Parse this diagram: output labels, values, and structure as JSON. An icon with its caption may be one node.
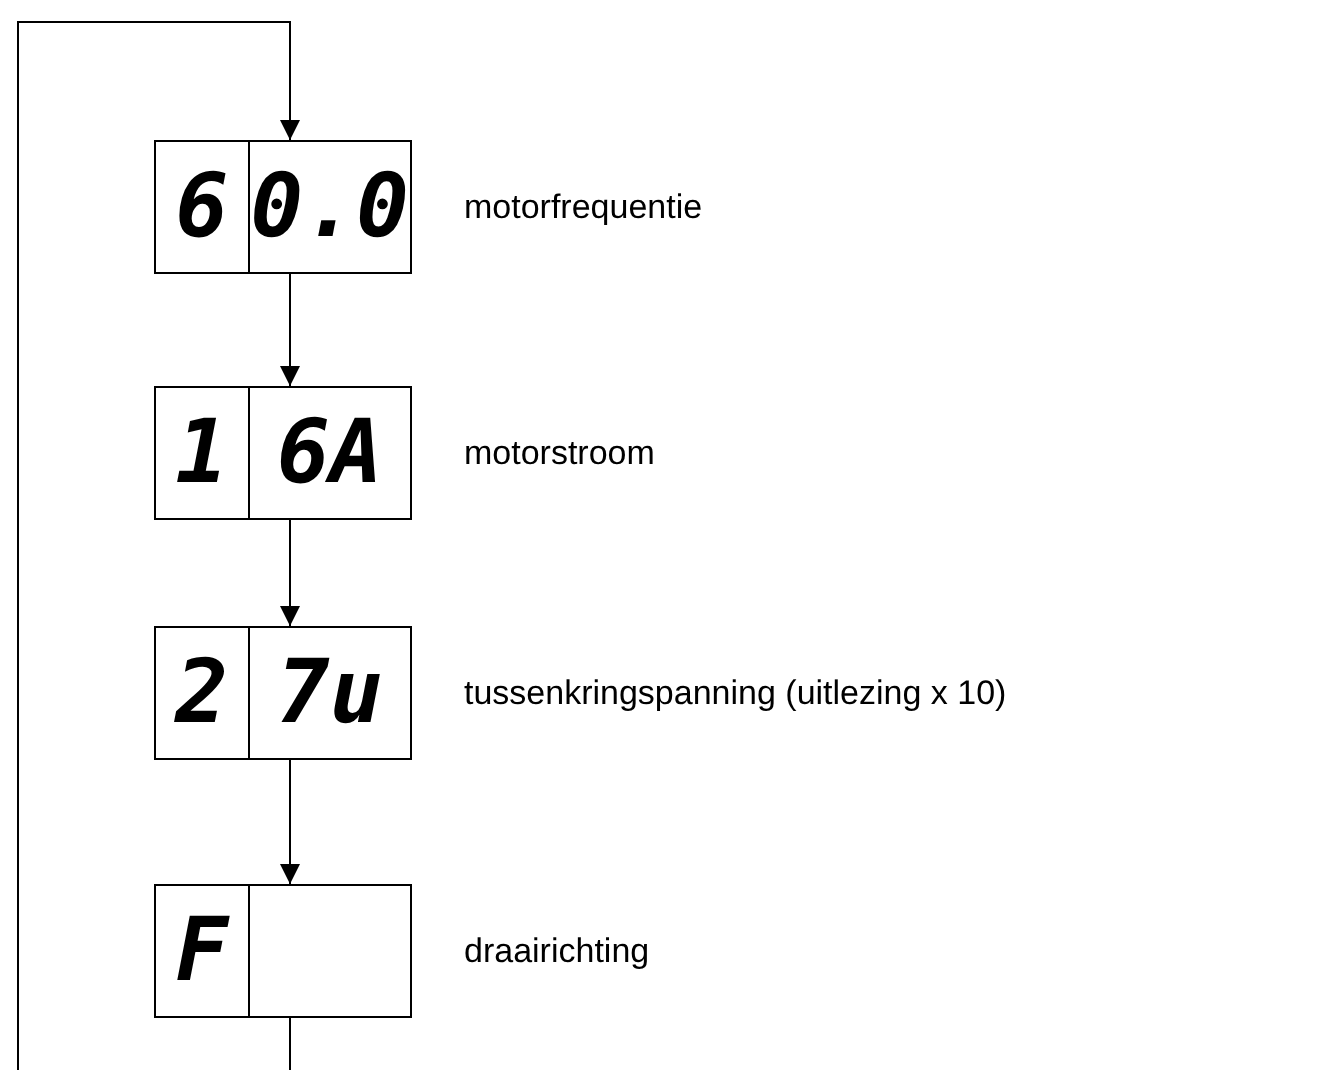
{
  "diagram": {
    "nodes": [
      {
        "text": [
          "6",
          "0.0"
        ],
        "beside": [
          "motorfrequentie"
        ]
      },
      {
        "text": [
          "1",
          "6A"
        ],
        "beside": [
          "motorstroom"
        ]
      },
      {
        "text": [
          "2",
          "7u"
        ],
        "beside": [
          "tussenkringspanning (uitlezing x 10)"
        ]
      },
      {
        "text": [
          "F"
        ],
        "beside": [
          "draairichting"
        ]
      }
    ],
    "edges": [
      {
        "from": 3,
        "to": 0,
        "arrow": "to"
      },
      {
        "from": 0,
        "to": 1,
        "arrow": "to"
      },
      {
        "from": 1,
        "to": 2,
        "arrow": "to"
      },
      {
        "from": 2,
        "to": 3,
        "arrow": "to"
      }
    ]
  }
}
